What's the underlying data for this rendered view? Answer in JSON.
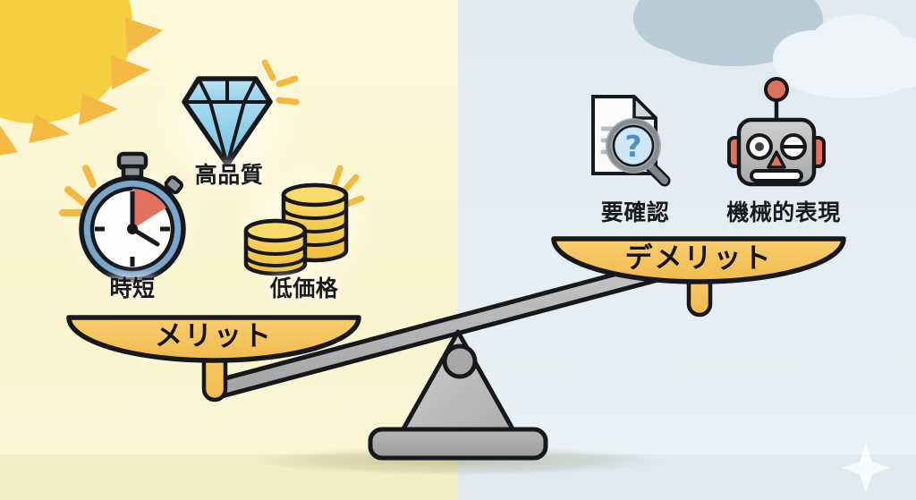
{
  "scene": {
    "title": "merit-demerit-balance-scale",
    "left_side": {
      "theme": "merit",
      "background_color": "#f9f2cb",
      "pan_label": "メリット",
      "items": [
        {
          "name": "stopwatch",
          "label": "時短"
        },
        {
          "name": "diamond",
          "label": "高品質"
        },
        {
          "name": "coins",
          "label": "低価格"
        }
      ],
      "decor": {
        "sun": "sun-icon",
        "sparkles": "sparkle-rays"
      }
    },
    "right_side": {
      "theme": "demerit",
      "background_color": "#e2ecf2",
      "pan_label": "デメリット",
      "items": [
        {
          "name": "document-magnifier",
          "label": "要確認"
        },
        {
          "name": "robot",
          "label": "機械的表現"
        }
      ],
      "decor": {
        "clouds": "cloud-icon",
        "sparkle": "star-sparkle-icon"
      }
    },
    "balance": {
      "name": "balance-scale",
      "tilt": "left-side-down",
      "pan_color": "#f5c45c",
      "beam_color": "#b0b0b0",
      "fulcrum_color": "#c2c2c2",
      "outline_color": "#1a1a1a"
    },
    "palette": {
      "accent_yellow": "#f5c45c",
      "sun_yellow": "#f5cf3f",
      "ray_orange": "#f3b942",
      "diamond_blue": "#8fd0ea",
      "stopwatch_blue": "#7aa6cc",
      "red_accent": "#e2705f",
      "coin_gold": "#f7ce4e",
      "gray_metal": "#b8b8b8",
      "cloud_back": "#b8cbd6",
      "cloud_front": "#eef4f7",
      "ground": "#9e9e9e"
    }
  }
}
